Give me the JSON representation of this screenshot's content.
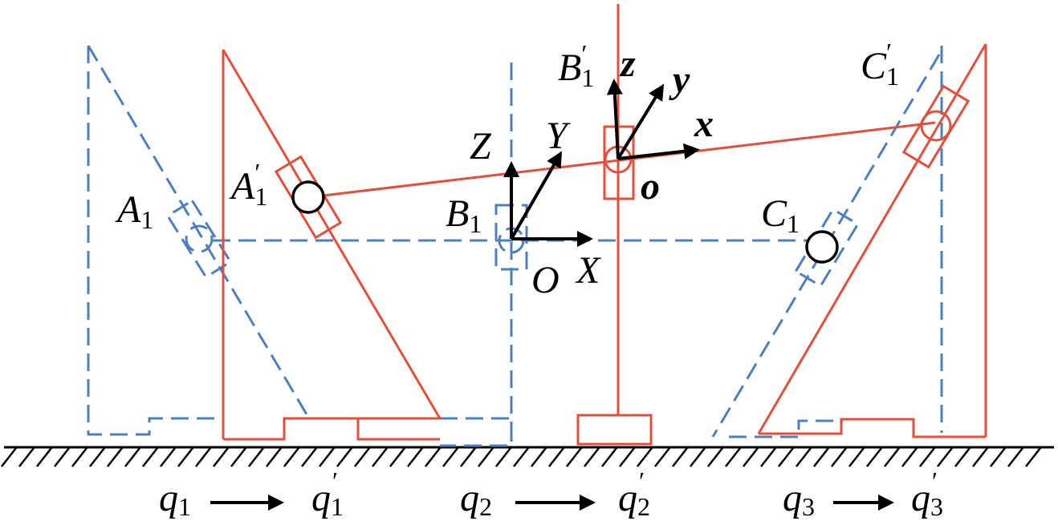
{
  "colors": {
    "initial": "#4f7fb8",
    "displaced": "#e0503c",
    "frame": "#000000",
    "ground": "#000000"
  },
  "labels": {
    "A1": {
      "base": "A",
      "sub": "1"
    },
    "A1p": {
      "base": "A",
      "sub": "1",
      "sup": "′"
    },
    "B1": {
      "base": "B",
      "sub": "1"
    },
    "B1p": {
      "base": "B",
      "sub": "1",
      "sup": "′"
    },
    "C1": {
      "base": "C",
      "sub": "1"
    },
    "C1p": {
      "base": "C",
      "sub": "1",
      "sup": "′"
    },
    "fixed_axes": {
      "X": "X",
      "Y": "Y",
      "Z": "Z",
      "O": "O"
    },
    "moving_axes": {
      "x": "x",
      "y": "y",
      "z": "z",
      "o": "o"
    }
  },
  "transitions": [
    {
      "from": {
        "base": "q",
        "sub": "1"
      },
      "to": {
        "base": "q",
        "sub": "1",
        "sup": "′"
      }
    },
    {
      "from": {
        "base": "q",
        "sub": "2"
      },
      "to": {
        "base": "q",
        "sub": "2",
        "sup": "′"
      }
    },
    {
      "from": {
        "base": "q",
        "sub": "3"
      },
      "to": {
        "base": "q",
        "sub": "3",
        "sup": "′"
      }
    }
  ]
}
